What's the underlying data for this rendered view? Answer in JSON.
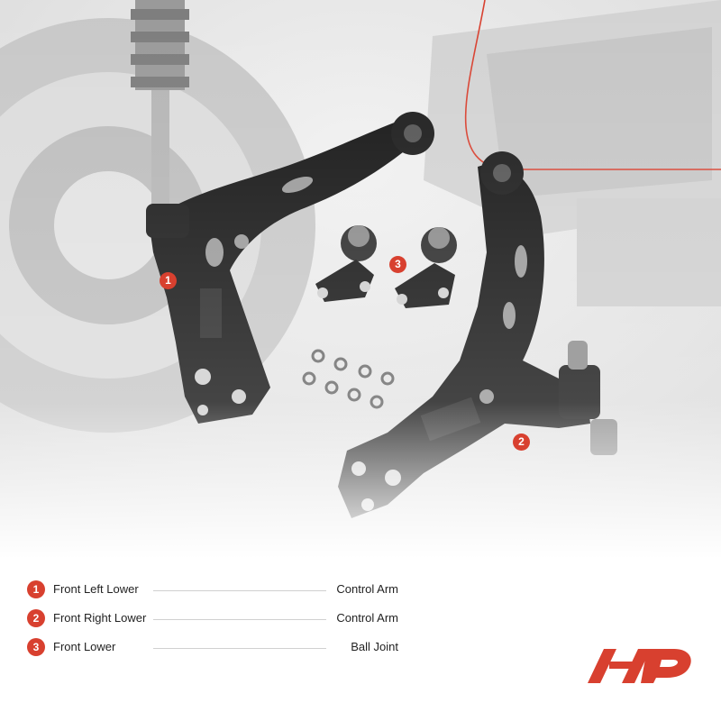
{
  "callouts": [
    {
      "number": "1"
    },
    {
      "number": "2"
    },
    {
      "number": "3"
    }
  ],
  "legend": [
    {
      "number": "1",
      "part": "Front Left Lower",
      "type": "Control Arm"
    },
    {
      "number": "2",
      "part": "Front Right Lower",
      "type": "Control Arm"
    },
    {
      "number": "3",
      "part": "Front Lower",
      "type": "Ball Joint"
    }
  ],
  "colors": {
    "accent": "#d8402f",
    "part_black": "#161616",
    "background_gray": "#e8e8e8"
  }
}
